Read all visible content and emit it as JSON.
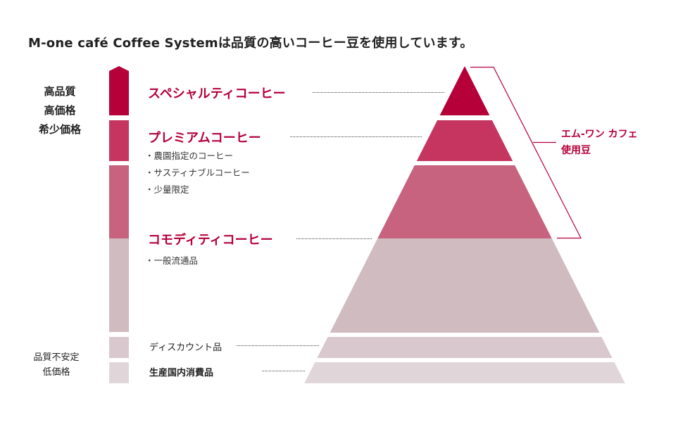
{
  "title": "M-one café Coffee Systemは品質の高いコーヒー豆を使用しています。",
  "left_labels": {
    "high": [
      "高品質",
      "高価格",
      "希少価格"
    ],
    "low": [
      "品質不安定",
      "低価格"
    ]
  },
  "tiers": [
    {
      "name": "スペシャルティコーヒー",
      "color": "#b5003a",
      "items": []
    },
    {
      "name": "プレミアムコーヒー",
      "color": "#c5355f",
      "items": [
        "農園指定のコーヒー",
        "サスティナブルコーヒー",
        "少量限定"
      ]
    },
    {
      "name": "",
      "color": "#c7637f",
      "items": []
    },
    {
      "name": "コモディティコーヒー",
      "color": "#cfbbc0",
      "items": [
        "一般流通品"
      ]
    },
    {
      "name": "ディスカウント品",
      "color": "#d9c8cd",
      "items": []
    },
    {
      "name": "生産国内消費品",
      "color": "#e0d6da",
      "items": []
    }
  ],
  "bracket_label": [
    "エム-ワン カフェ",
    "使用豆"
  ],
  "accent": "#b5003a"
}
